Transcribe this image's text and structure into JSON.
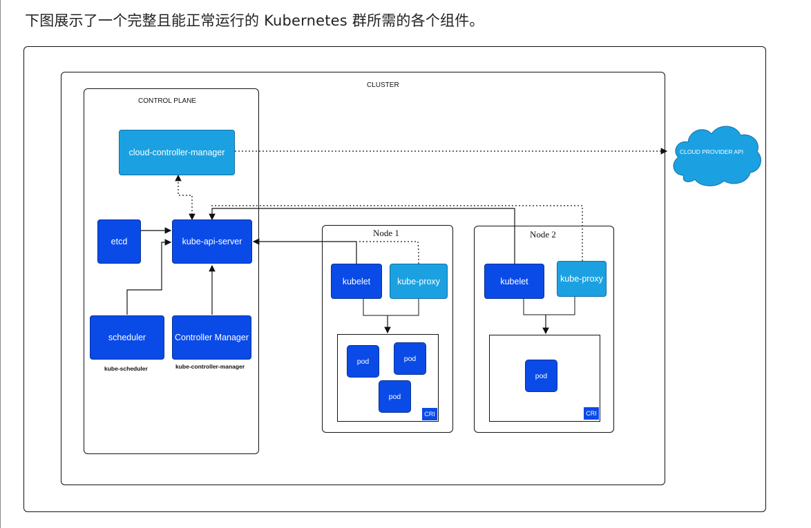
{
  "heading": "下图展示了一个完整且能正常运行的 Kubernetes 群所需的各个组件。",
  "diagram": {
    "cluster_label": "CLUSTER",
    "control_plane_label": "CONTROL PLANE",
    "components": {
      "ccm": "cloud-controller-manager",
      "api": "kube-api-server",
      "etcd": "etcd",
      "scheduler": "scheduler",
      "scheduler_caption": "kube-scheduler",
      "controller": "Controller Manager",
      "controller_caption": "kube-controller-manager"
    },
    "cloud_api": "CLOUD PROVIDER API",
    "nodes": [
      {
        "title": "Node 1",
        "kubelet": "kubelet",
        "proxy": "kube-proxy",
        "pods": [
          "pod",
          "pod",
          "pod"
        ],
        "cri": "CRI"
      },
      {
        "title": "Node 2",
        "kubelet": "kubelet",
        "proxy": "kube-proxy",
        "pods": [
          "pod"
        ],
        "cri": "CRI"
      }
    ],
    "colors": {
      "dark_component": "#0a4be8",
      "light_component": "#1ba1e2"
    }
  }
}
